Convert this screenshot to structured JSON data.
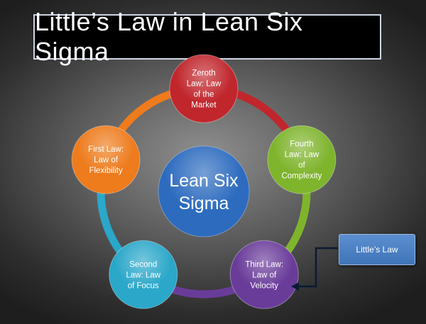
{
  "title": "Little’s Law in Lean Six Sigma",
  "center": {
    "lines": [
      "Lean Six",
      "Sigma"
    ],
    "color": "#2d6bbf"
  },
  "nodes": [
    {
      "id": "zeroth",
      "lines": [
        "Zeroth",
        "Law: Law",
        "of the",
        "Market"
      ],
      "color": "#c0262c"
    },
    {
      "id": "fourth",
      "lines": [
        "Fourth",
        "Law: Law",
        "of",
        "Complexity"
      ],
      "color": "#7fb42d"
    },
    {
      "id": "third",
      "lines": [
        "Third Law:",
        "Law of",
        "Velocity"
      ],
      "color": "#6a3c9a"
    },
    {
      "id": "second",
      "lines": [
        "Second",
        "Law: Law",
        "of Focus"
      ],
      "color": "#2aa7c9"
    },
    {
      "id": "first",
      "lines": [
        "First Law:",
        "Law of",
        "Flexibility"
      ],
      "color": "#ee7b1c"
    }
  ],
  "callout": {
    "label": "Little’s Law",
    "target": "third",
    "color": "#4a7fc4"
  }
}
